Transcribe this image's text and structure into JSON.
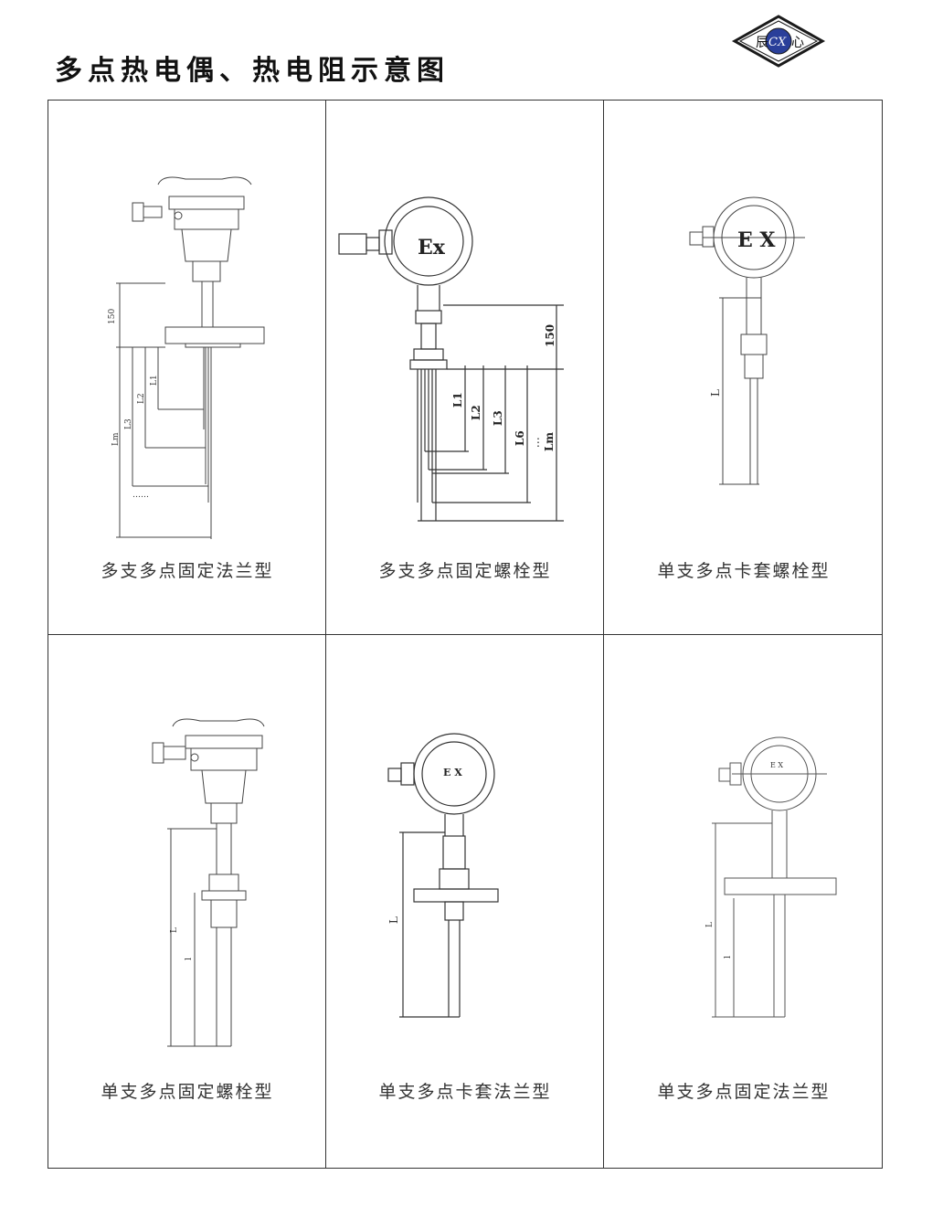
{
  "header": {
    "title": "多点热电偶、热电阻示意图",
    "logo": {
      "left_char": "辰",
      "center_mark": "CX",
      "right_char": "心"
    }
  },
  "panels": [
    {
      "caption": "多支多点固定法兰型",
      "dimension_labels": [
        "150",
        "L1",
        "L2",
        "L3",
        "Lm",
        "……"
      ]
    },
    {
      "caption": "多支多点固定螺栓型",
      "head_mark": "Ex",
      "dimension_labels": [
        "150",
        "L1",
        "L2",
        "L3",
        "L6",
        "Lm",
        "⋮"
      ]
    },
    {
      "caption": "单支多点卡套螺栓型",
      "head_mark": "E X",
      "dimension_labels": [
        "L"
      ]
    },
    {
      "caption": "单支多点固定螺栓型",
      "dimension_labels": [
        "L",
        "l"
      ]
    },
    {
      "caption": "单支多点卡套法兰型",
      "head_mark": "E X",
      "dimension_labels": [
        "L"
      ]
    },
    {
      "caption": "单支多点固定法兰型",
      "head_mark": "E X",
      "dimension_labels": [
        "L",
        "l"
      ]
    }
  ],
  "colors": {
    "line": "#333333",
    "background": "#ffffff"
  }
}
